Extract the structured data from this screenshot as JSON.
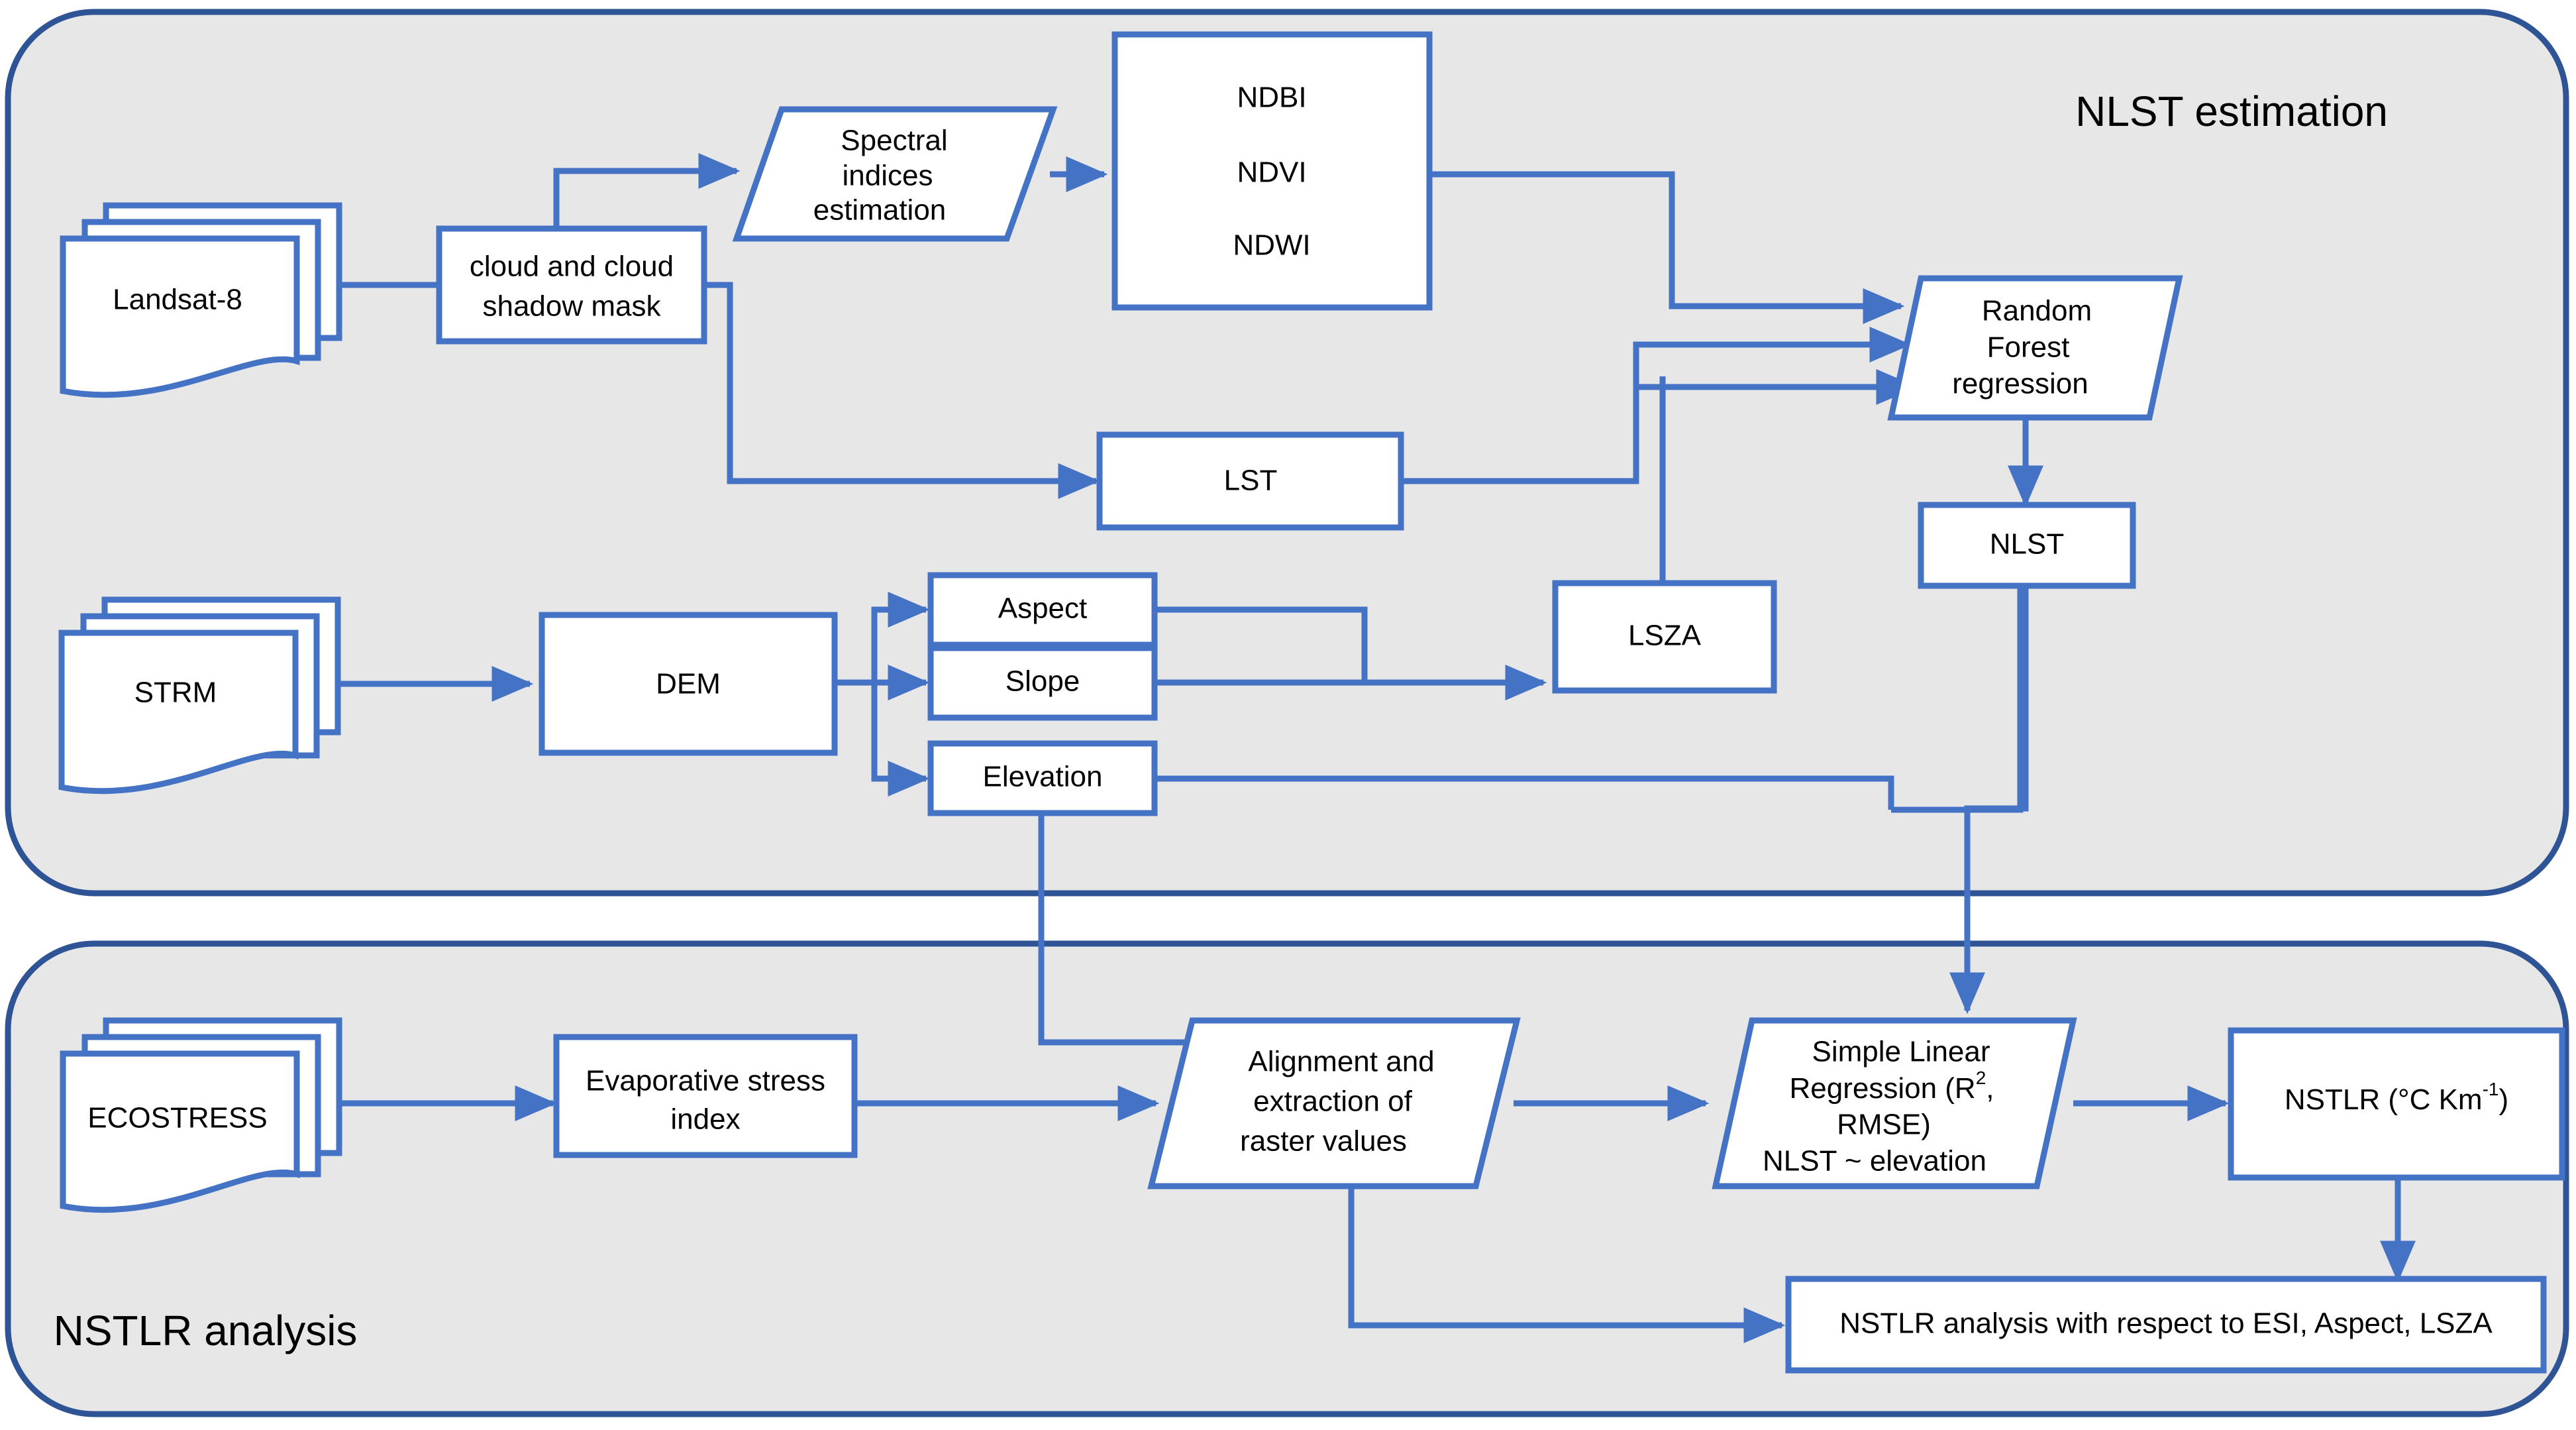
{
  "diagram": {
    "title_top": "NLST estimation",
    "title_bottom": "NSTLR analysis",
    "colors": {
      "panel_background": "#E7E7E7",
      "panel_border": "#2F5496",
      "node_border": "#4472C4",
      "node_fill": "#FFFFFF",
      "connector": "#4472C4",
      "text": "#000000"
    }
  },
  "nodes": {
    "landsat8": {
      "label": "Landsat-8",
      "shape": "multi-document"
    },
    "cloud_mask": {
      "label_line1": "cloud and cloud",
      "label_line2": "shadow mask",
      "shape": "rectangle"
    },
    "spectral_indices": {
      "label_line1": "Spectral",
      "label_line2": "indices",
      "label_line3": "estimation",
      "shape": "parallelogram"
    },
    "indices_box": {
      "label_line1": "NDBI",
      "label_line2": "NDVI",
      "label_line3": "NDWI",
      "shape": "rectangle"
    },
    "lst": {
      "label": "LST",
      "shape": "rectangle"
    },
    "random_forest": {
      "label_line1": "Random",
      "label_line2": "Forest",
      "label_line3": "regression",
      "shape": "parallelogram"
    },
    "nlst": {
      "label": "NLST",
      "shape": "rectangle"
    },
    "lsza": {
      "label": "LSZA",
      "shape": "rectangle"
    },
    "strm": {
      "label": "STRM",
      "shape": "multi-document"
    },
    "dem": {
      "label": "DEM",
      "shape": "rectangle"
    },
    "aspect": {
      "label": "Aspect",
      "shape": "rectangle"
    },
    "slope": {
      "label": "Slope",
      "shape": "rectangle"
    },
    "elevation": {
      "label": "Elevation",
      "shape": "rectangle"
    },
    "ecostress": {
      "label": "ECOSTRESS",
      "shape": "multi-document"
    },
    "evaporative_stress": {
      "label_line1": "Evaporative stress",
      "label_line2": "index",
      "shape": "rectangle"
    },
    "alignment": {
      "label_line1": "Alignment and",
      "label_line2": "extraction of",
      "label_line3": "raster values",
      "shape": "parallelogram"
    },
    "simple_linear_regression": {
      "label_line1": "Simple Linear",
      "label_line2_a": "Regression (R",
      "label_line2_sup": "2",
      "label_line2_b": ",",
      "label_line3": "RMSE)",
      "label_line4": "NLST ~ elevation",
      "shape": "parallelogram"
    },
    "nstlr": {
      "label_a": "NSTLR (°C Km",
      "label_sup": "-1",
      "label_b": ")",
      "shape": "rectangle"
    },
    "nstlr_analysis": {
      "label": "NSTLR analysis with respect to ESI, Aspect, LSZA",
      "shape": "rectangle"
    }
  },
  "edges": [
    {
      "from": "landsat8",
      "to": "cloud_mask"
    },
    {
      "from": "cloud_mask",
      "to": "spectral_indices"
    },
    {
      "from": "spectral_indices",
      "to": "indices_box"
    },
    {
      "from": "cloud_mask",
      "to": "lst"
    },
    {
      "from": "indices_box",
      "to": "random_forest"
    },
    {
      "from": "lst",
      "to": "random_forest"
    },
    {
      "from": "lsza",
      "to": "random_forest"
    },
    {
      "from": "aspect",
      "to": "lsza"
    },
    {
      "from": "slope",
      "to": "lsza"
    },
    {
      "from": "random_forest",
      "to": "nlst"
    },
    {
      "from": "strm",
      "to": "dem"
    },
    {
      "from": "dem",
      "to": "aspect"
    },
    {
      "from": "dem",
      "to": "slope"
    },
    {
      "from": "dem",
      "to": "elevation"
    },
    {
      "from": "elevation",
      "to": "random_forest"
    },
    {
      "from": "elevation",
      "to": "alignment"
    },
    {
      "from": "nlst",
      "to": "simple_linear_regression"
    },
    {
      "from": "ecostress",
      "to": "evaporative_stress"
    },
    {
      "from": "evaporative_stress",
      "to": "alignment"
    },
    {
      "from": "alignment",
      "to": "simple_linear_regression"
    },
    {
      "from": "alignment",
      "to": "nstlr_analysis"
    },
    {
      "from": "simple_linear_regression",
      "to": "nstlr"
    },
    {
      "from": "nstlr",
      "to": "nstlr_analysis"
    }
  ]
}
